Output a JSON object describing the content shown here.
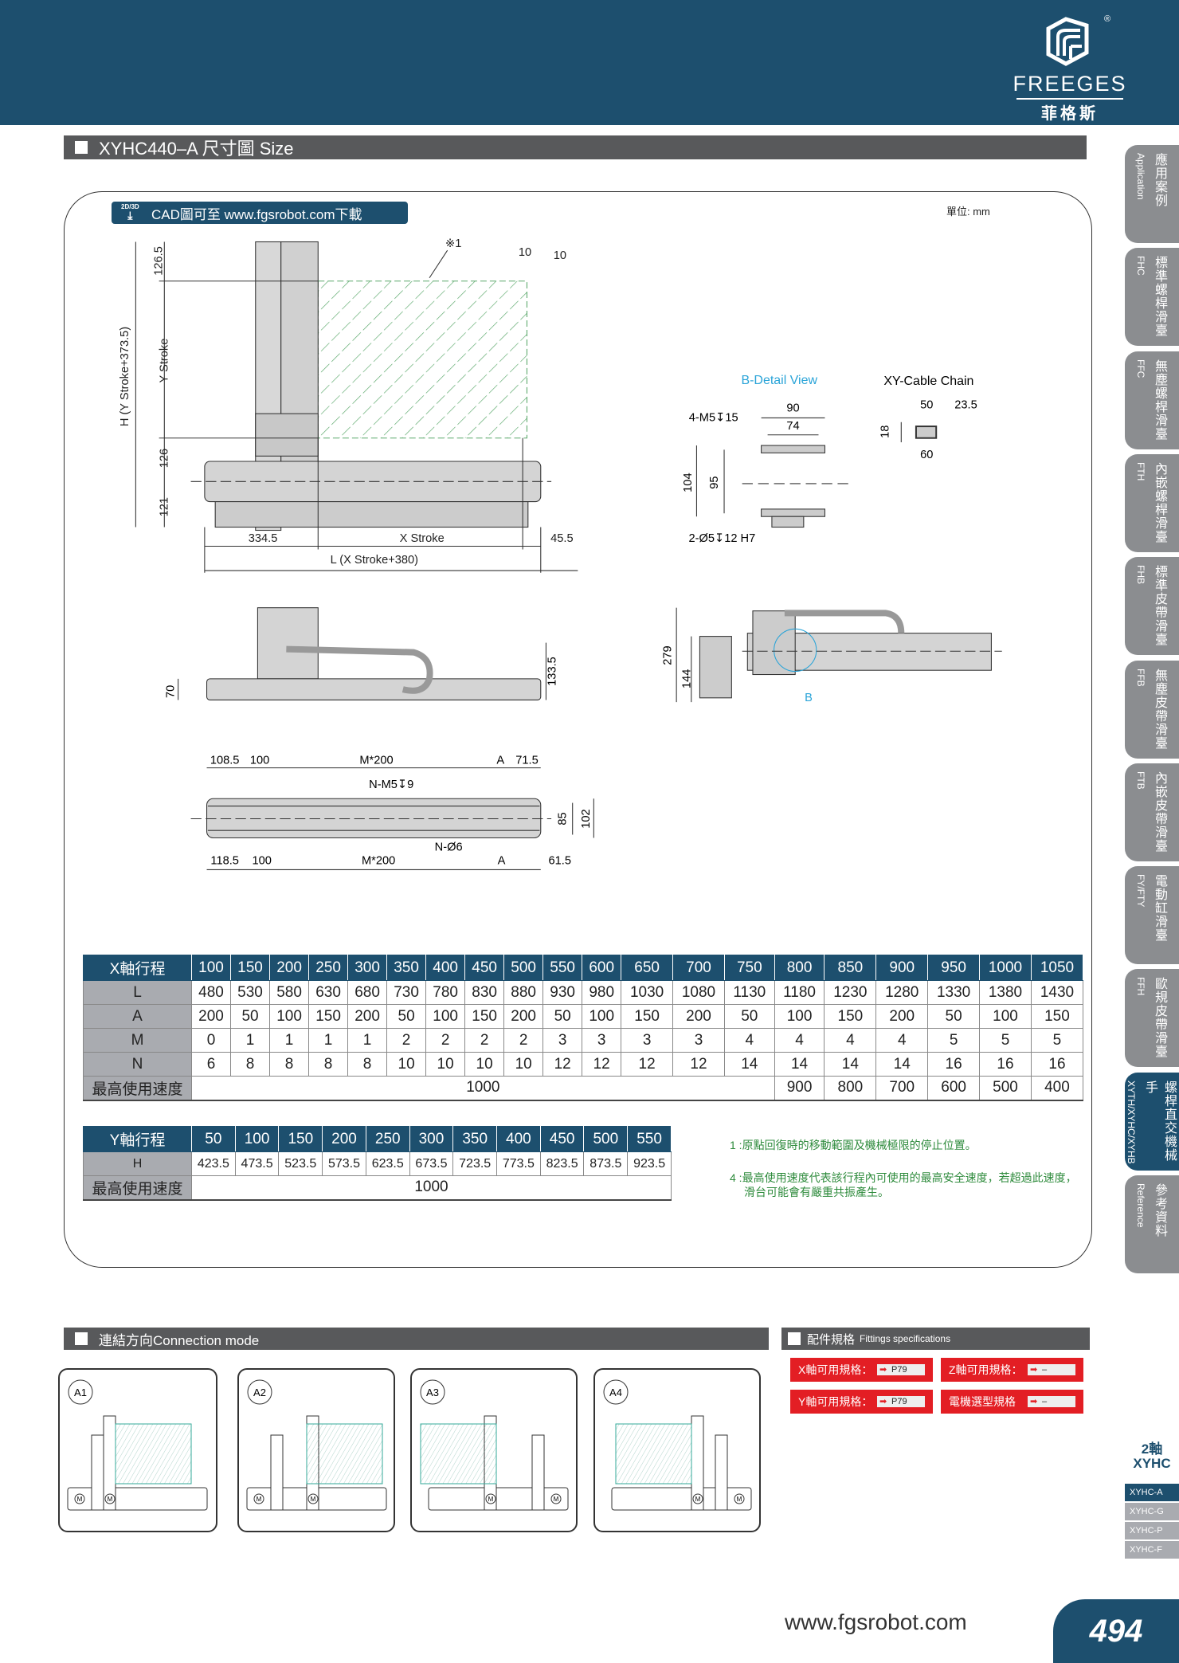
{
  "brand": {
    "name": "FREEGES",
    "name_cn": "菲格斯",
    "registered": "®"
  },
  "title": "XYHC440–A 尺寸圖  Size",
  "cad_banner": {
    "icon_text": "2D/3D",
    "text": "CAD圖可至 www.fgsrobot.com下載"
  },
  "unit": "單位: mm",
  "drawings": {
    "main": {
      "h_total": "H (Y Stroke+373.5)",
      "top": "126.5",
      "y_stroke": "Y Stroke",
      "mid": "126",
      "bottom": "121",
      "note_mark": "※1",
      "gap1": "10",
      "gap2": "10",
      "left": "334.5",
      "x_stroke": "X Stroke",
      "right": "45.5",
      "length": "L (X Stroke+380)"
    },
    "side": {
      "h70": "70",
      "h133": "133.5"
    },
    "front": {
      "h279": "279",
      "h144": "144",
      "b_mark": "B"
    },
    "bottom": {
      "t1": "108.5",
      "t2": "100",
      "t3": "M*200",
      "t4": "A",
      "t5": "71.5",
      "b1": "118.5",
      "b2": "100",
      "b3": "M*200",
      "b4": "A",
      "b5": "61.5",
      "tap": "N-M5↧9",
      "hole": "N-Ø6",
      "w85": "85",
      "w102": "102"
    },
    "detail": {
      "title": "B-Detail View",
      "tap": "4-M5↧15",
      "d90": "90",
      "d74": "74",
      "d104": "104",
      "d95": "95",
      "pin": "2-Ø5↧12 H7"
    },
    "chain": {
      "title": "XY-Cable Chain",
      "d50": "50",
      "d23": "23.5",
      "d18": "18",
      "d60": "60"
    }
  },
  "x_table": {
    "header": "X軸行程",
    "strokes": [
      "100",
      "150",
      "200",
      "250",
      "300",
      "350",
      "400",
      "450",
      "500",
      "550",
      "600",
      "650",
      "700",
      "750",
      "800",
      "850",
      "900",
      "950",
      "1000",
      "1050"
    ],
    "rows": [
      {
        "label": "L",
        "values": [
          "480",
          "530",
          "580",
          "630",
          "680",
          "730",
          "780",
          "830",
          "880",
          "930",
          "980",
          "1030",
          "1080",
          "1130",
          "1180",
          "1230",
          "1280",
          "1330",
          "1380",
          "1430"
        ]
      },
      {
        "label": "A",
        "values": [
          "200",
          "50",
          "100",
          "150",
          "200",
          "50",
          "100",
          "150",
          "200",
          "50",
          "100",
          "150",
          "200",
          "50",
          "100",
          "150",
          "200",
          "50",
          "100",
          "150"
        ]
      },
      {
        "label": "M",
        "values": [
          "0",
          "1",
          "1",
          "1",
          "1",
          "2",
          "2",
          "2",
          "2",
          "3",
          "3",
          "3",
          "3",
          "4",
          "4",
          "4",
          "4",
          "5",
          "5",
          "5"
        ]
      },
      {
        "label": "N",
        "values": [
          "6",
          "8",
          "8",
          "8",
          "8",
          "10",
          "10",
          "10",
          "10",
          "12",
          "12",
          "12",
          "12",
          "14",
          "14",
          "14",
          "14",
          "16",
          "16",
          "16"
        ]
      }
    ],
    "speed_label": "最高使用速度",
    "speed_merged": "1000",
    "speed_values": [
      "900",
      "800",
      "700",
      "600",
      "500",
      "400"
    ]
  },
  "y_table": {
    "header": "Y軸行程",
    "strokes": [
      "50",
      "100",
      "150",
      "200",
      "250",
      "300",
      "350",
      "400",
      "450",
      "500",
      "550"
    ],
    "h_label": "H",
    "h_values": [
      "423.5",
      "473.5",
      "523.5",
      "573.5",
      "623.5",
      "673.5",
      "723.5",
      "773.5",
      "823.5",
      "873.5",
      "923.5"
    ],
    "speed_label": "最高使用速度",
    "speed": "1000"
  },
  "notes": [
    "1 :原點回復時的移動範圍及機械極限的停止位置。",
    "4 :最高使用速度代表該行程內可使用的最高安全速度，若超過此速度，",
    "滑台可能會有嚴重共振產生。"
  ],
  "side_tabs": [
    {
      "cn": "應用案例",
      "en": "Application"
    },
    {
      "cn": "標準螺桿滑臺",
      "en": "FHC"
    },
    {
      "cn": "無塵螺桿滑臺",
      "en": "FFC"
    },
    {
      "cn": "內嵌螺桿滑臺",
      "en": "FTH"
    },
    {
      "cn": "標準皮帶滑臺",
      "en": "FHB"
    },
    {
      "cn": "無塵皮帶滑臺",
      "en": "FFB"
    },
    {
      "cn": "內嵌皮帶滑臺",
      "en": "FTB"
    },
    {
      "cn": "電動缸滑臺",
      "en": "FY/FTY"
    },
    {
      "cn": "歐規皮帶滑臺",
      "en": "FFH"
    },
    {
      "cn": "螺桿直交機械手",
      "en": "XYTH/XYHC/XYHB"
    },
    {
      "cn": "參考資料",
      "en": "Reference"
    }
  ],
  "series": {
    "axis": "2軸",
    "name": "XYHC",
    "items": [
      "XYHC-A",
      "XYHC-G",
      "XYHC-P",
      "XYHC-F"
    ]
  },
  "connection": {
    "title": "連結方向Connection mode",
    "modes": [
      "A1",
      "A2",
      "A3",
      "A4"
    ],
    "motor": "M"
  },
  "fittings": {
    "title": "配件規格",
    "title_en": "Fittings specifications",
    "items": [
      {
        "label": "X軸可用規格：",
        "value": "P79"
      },
      {
        "label": "Z軸可用規格：",
        "value": "–"
      },
      {
        "label": "Y軸可用規格：",
        "value": "P79"
      },
      {
        "label": "電機選型規格",
        "value": "–"
      }
    ]
  },
  "footer": {
    "url": "www.fgsrobot.com",
    "page": "494"
  },
  "colors": {
    "brand": "#1d4f6e",
    "bar": "#58595b",
    "red": "#e31e24",
    "green": "#2e8b3c",
    "tab": "#8b8d90"
  }
}
